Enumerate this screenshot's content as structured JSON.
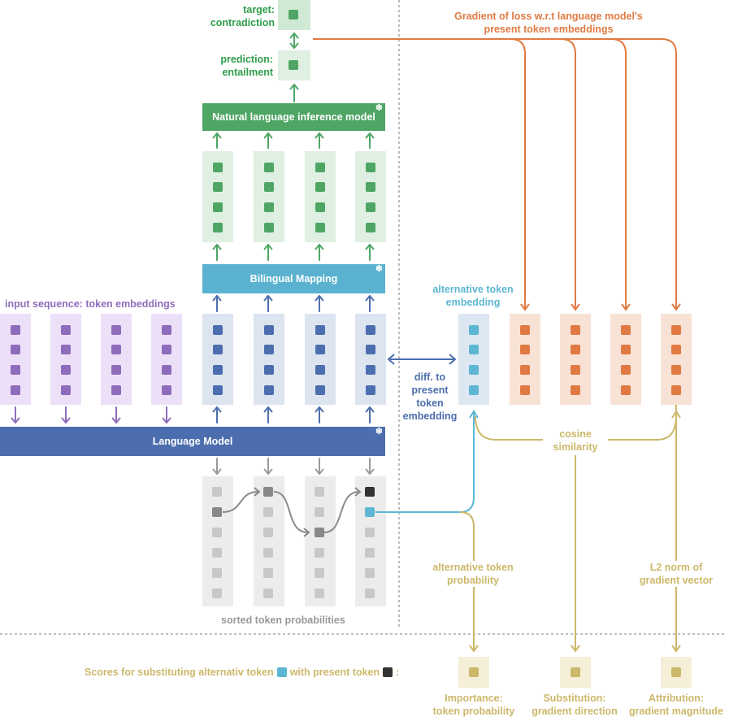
{
  "labels": {
    "target": [
      "target:",
      "contradiction"
    ],
    "prediction": [
      "prediction:",
      "entailment"
    ],
    "gradient_title": [
      "Gradient of loss w.r.t language model's",
      "present token embeddings"
    ],
    "nli_model": "Natural language inference model",
    "bilingual_mapping": "Bilingual Mapping",
    "language_model": "Language Model",
    "input_sequence": "input sequence: token embeddings",
    "alternative_embedding": [
      "alternative token",
      "embedding"
    ],
    "diff_to_present": [
      "diff. to",
      "present",
      "token",
      "embedding"
    ],
    "cosine_similarity": [
      "cosine",
      "similarity"
    ],
    "alt_token_probability": [
      "alternative token",
      "probability"
    ],
    "l2_norm": [
      "L2 norm of",
      "gradient vector"
    ],
    "sorted_token_probabilities": "sorted token probabilities",
    "scores_prefix": "Scores for substituting alternativ token",
    "scores_middle": "with present token",
    "scores_suffix": ":",
    "score_importance": [
      "Importance:",
      "token probability"
    ],
    "score_substitution": [
      "Substitution:",
      "gradient direction"
    ],
    "score_attribution": [
      "Attribution:",
      "gradient magnitude"
    ]
  },
  "icons": {
    "frozen": "snowflake-icon",
    "snowflake_glyph": "❄"
  },
  "colors": {
    "green": "#4ea564",
    "green_light": "#dff0e2",
    "green_label": "#2e9e4a",
    "blue_mid": "#5bb2d0",
    "blue_dark": "#4c6eae",
    "blue_light": "#dce4f0",
    "purple": "#8e6cbb",
    "purple_light": "#ecdff8",
    "orange": "#e07a42",
    "orange_light": "#f8e2d6",
    "cyan": "#5db7d3",
    "cyan_light": "#dce7f2",
    "gray": "#9a9a9a",
    "gray_light": "#ececec",
    "gold": "#ccb86a",
    "gold_light": "#f5efd8",
    "black_token": "#333333"
  }
}
